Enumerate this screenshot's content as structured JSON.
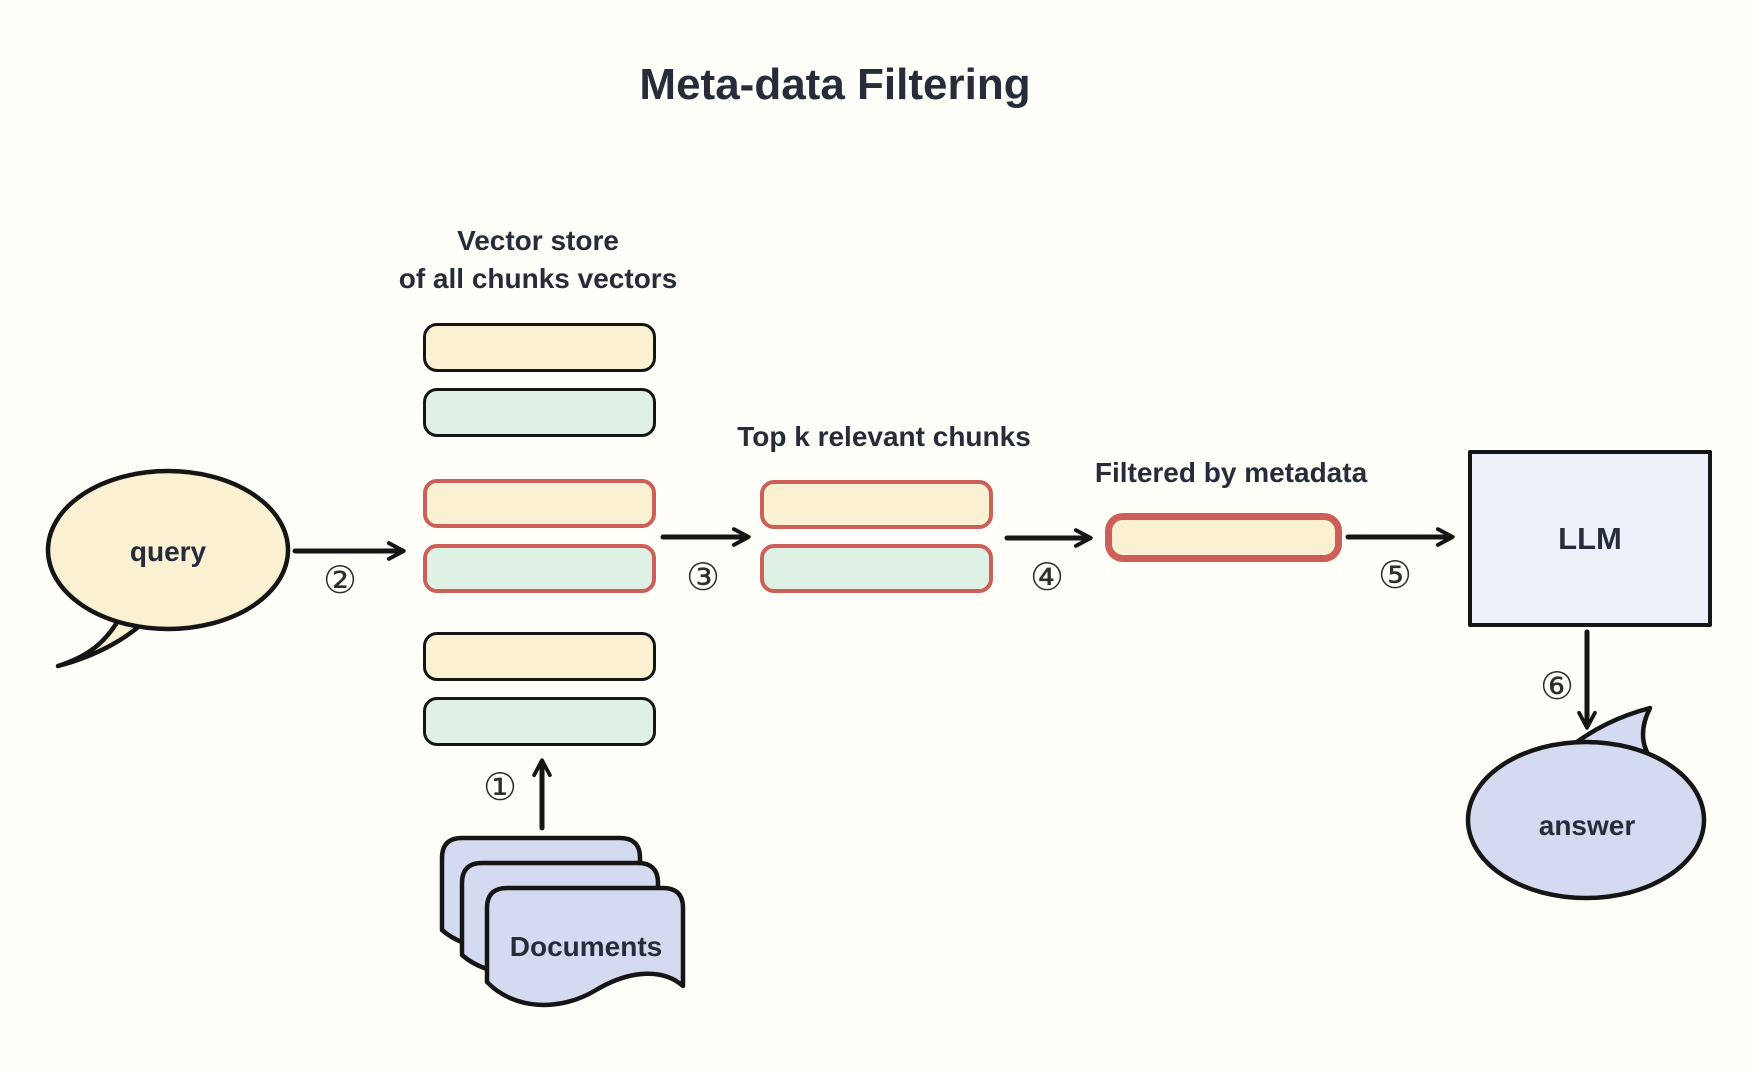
{
  "title": "Meta-data Filtering",
  "colors": {
    "background": "#fffef9",
    "text": "#262c3a",
    "stroke": "#151515",
    "cream": "#faf0d2",
    "green": "#dff0e4",
    "lavender": "#d4daf0",
    "llm_fill": "#edf1fa",
    "red_border": "#cc5f58"
  },
  "query": {
    "label": "query"
  },
  "vector_store": {
    "label_line1": "Vector store",
    "label_line2": "of all chunks vectors",
    "chunks": [
      {
        "fill": "cream",
        "border": "black"
      },
      {
        "fill": "green",
        "border": "black"
      },
      {
        "fill": "cream",
        "border": "red"
      },
      {
        "fill": "green",
        "border": "red"
      },
      {
        "fill": "cream",
        "border": "black"
      },
      {
        "fill": "green",
        "border": "black"
      }
    ]
  },
  "top_k": {
    "label": "Top k relevant chunks",
    "chunks": [
      {
        "fill": "cream",
        "border": "red"
      },
      {
        "fill": "green",
        "border": "red"
      }
    ]
  },
  "filtered": {
    "label": "Filtered by metadata",
    "chunks": [
      {
        "fill": "cream",
        "border": "red",
        "thick": true
      }
    ]
  },
  "llm": {
    "label": "LLM"
  },
  "answer": {
    "label": "answer"
  },
  "documents": {
    "label": "Documents"
  },
  "steps": {
    "s1": "①",
    "s2": "②",
    "s3": "③",
    "s4": "④",
    "s5": "⑤",
    "s6": "⑥"
  }
}
